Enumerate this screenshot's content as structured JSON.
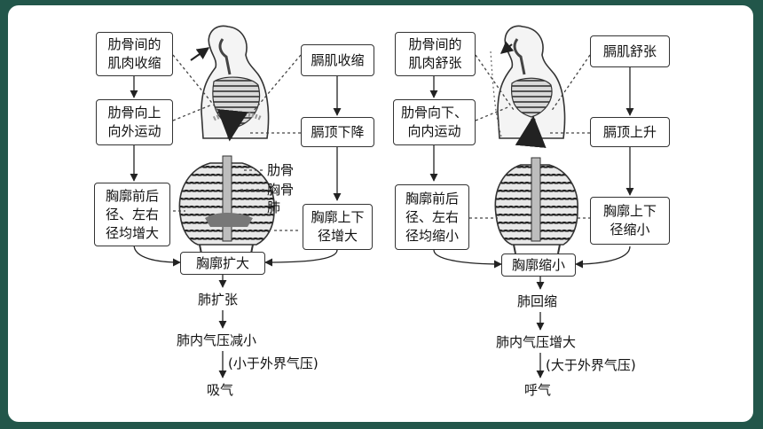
{
  "left": {
    "rib_muscle": "肋骨间的\n肌肉收缩",
    "rib_move": "肋骨向上\n向外运动",
    "chest_ap": "胸廓前后\n径、左右\n径均增大",
    "diaphragm_muscle": "膈肌收缩",
    "diaphragm_top": "膈顶下降",
    "chest_vertical": "胸廓上下\n径增大",
    "chest_result": "胸廓扩大",
    "lung_state": "肺扩张",
    "pressure": "肺内气压减小",
    "compare": "(小于外界气压)",
    "action": "吸气",
    "labels": {
      "rib": "肋骨",
      "sternum": "胸骨",
      "lung": "肺"
    }
  },
  "right": {
    "rib_muscle": "肋骨间的\n肌肉舒张",
    "rib_move": "肋骨向下、\n向内运动",
    "chest_ap": "胸廓前后\n径、左右\n径均缩小",
    "diaphragm_muscle": "膈肌舒张",
    "diaphragm_top": "膈顶上升",
    "chest_vertical": "胸廓上下\n径缩小",
    "chest_result": "胸廓缩小",
    "lung_state": "肺回缩",
    "pressure": "肺内气压增大",
    "compare": "(大于外界气压)",
    "action": "呼气"
  },
  "colors": {
    "background": "#22564a",
    "card": "#ffffff"
  }
}
